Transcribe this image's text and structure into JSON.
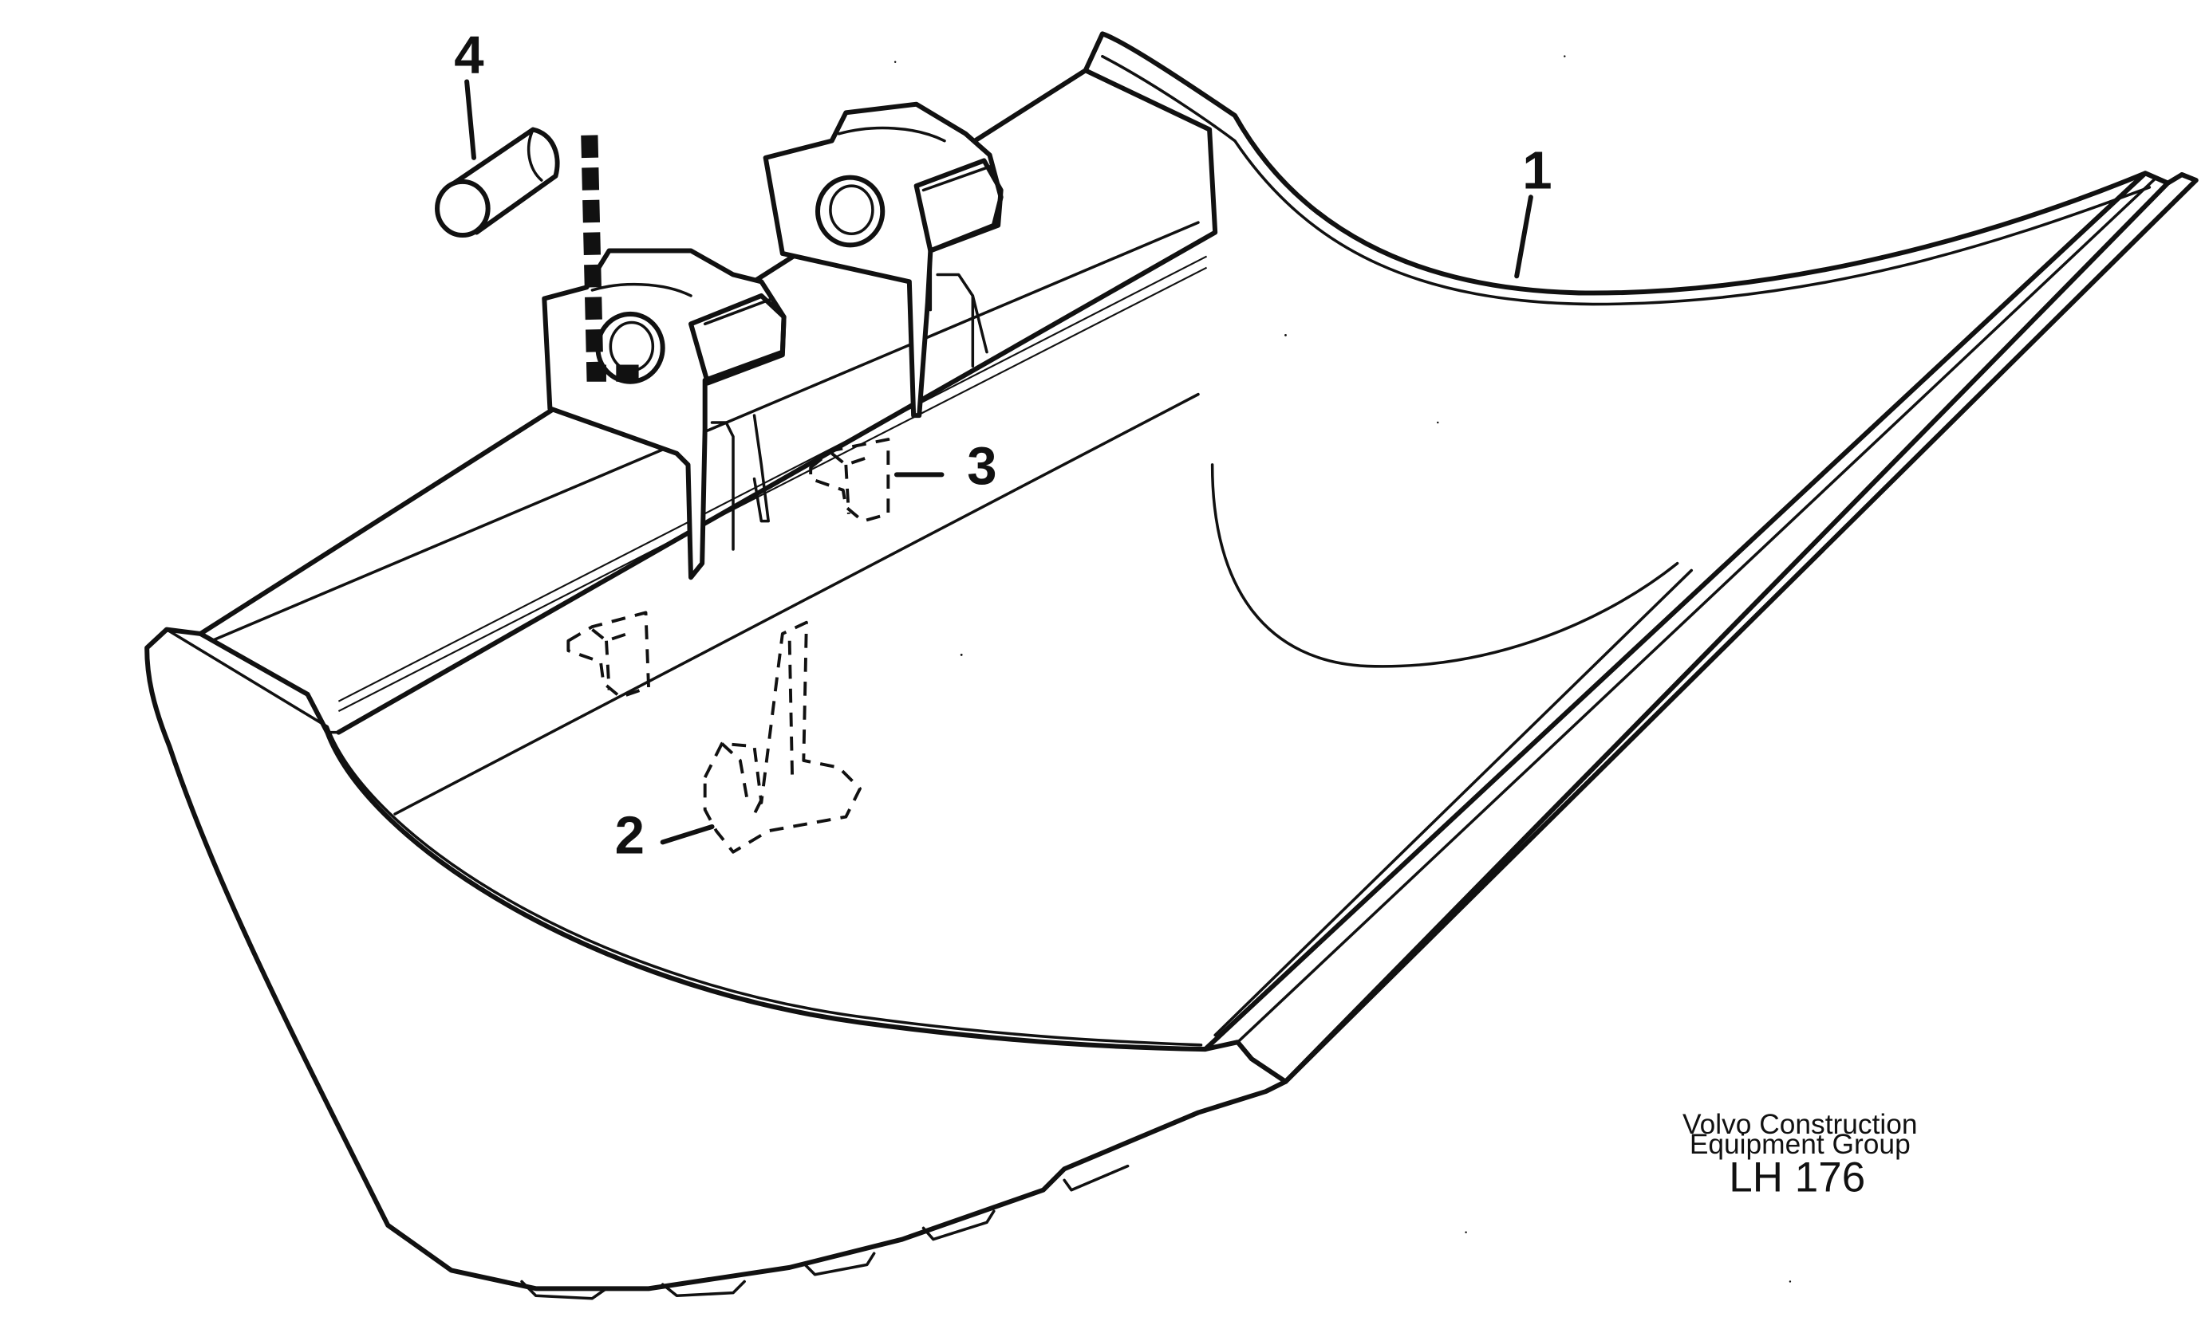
{
  "diagram": {
    "callouts": [
      {
        "id": "1",
        "label": "1"
      },
      {
        "id": "2",
        "label": "2"
      },
      {
        "id": "3",
        "label": "3"
      },
      {
        "id": "4",
        "label": "4"
      }
    ],
    "credit": {
      "line1": "Volvo Construction",
      "line2": "Equipment Group"
    },
    "drawing_code": "LH 176"
  }
}
